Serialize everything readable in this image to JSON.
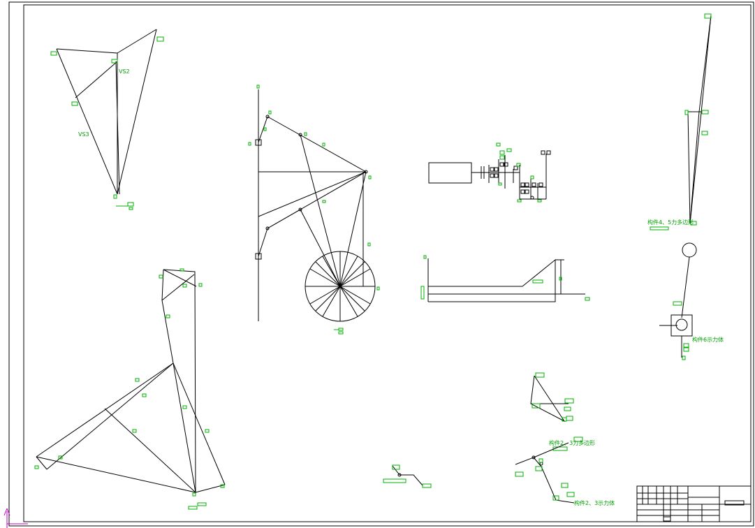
{
  "labels": {
    "vs2": "VS2",
    "vs3": "VS3",
    "poly45": "构件4、5力多边形",
    "body6": "构件6示力体",
    "poly23": "构件2、3力多边形",
    "body23": "构件2、3示力体"
  },
  "colors": {
    "line": "#000000",
    "annotation": "#00a000",
    "ucs": "#c000c0"
  }
}
